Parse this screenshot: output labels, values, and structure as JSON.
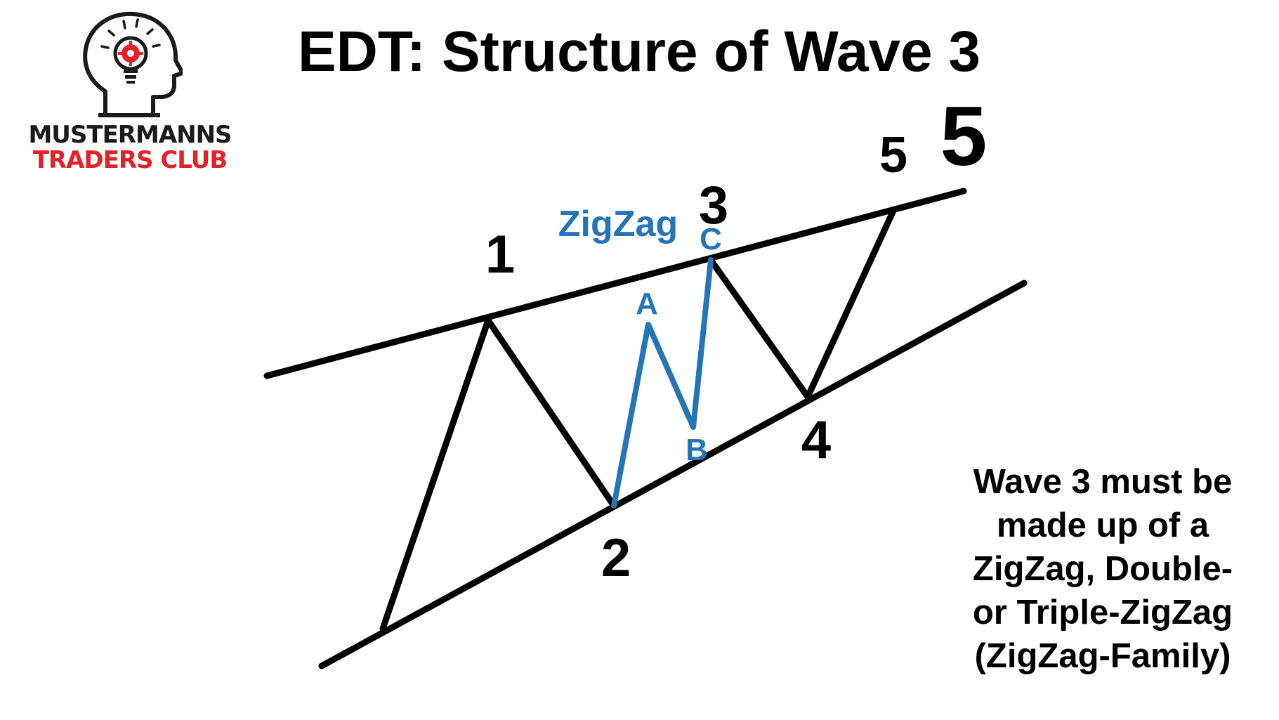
{
  "logo": {
    "line1": "MUSTERMANNS",
    "line2": "TRADERS CLUB",
    "icon": "head-lightbulb-icon",
    "colors": {
      "dark": "#1a1a1a",
      "red": "#e32228"
    }
  },
  "title": "EDT: Structure of Wave 3",
  "wave_labels": {
    "w1": "1",
    "w2": "2",
    "w3": "3",
    "w4": "4",
    "w5_small": "5",
    "w5_large": "5"
  },
  "zigzag": {
    "label": "ZigZag",
    "a": "A",
    "b": "B",
    "c": "C",
    "color": "#2475b8"
  },
  "rule_text": [
    "Wave 3 must be",
    "made up of a",
    "ZigZag, Double-",
    "or Triple-ZigZag",
    "(ZigZag-Family)"
  ]
}
